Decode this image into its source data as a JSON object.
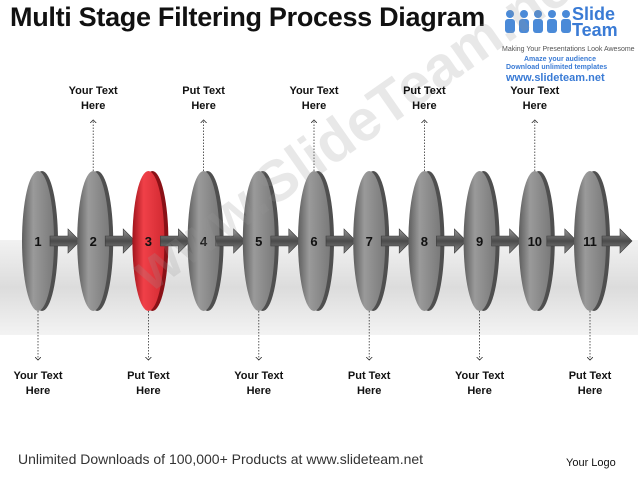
{
  "title": "Multi Stage Filtering Process Diagram",
  "brand": {
    "name_line1": "Slide",
    "name_line2": "Team",
    "tagline": "Making Your Presentations Look Awesome",
    "amaze": "Amaze your audience",
    "download": "Download unlimited templates",
    "url": "www.slideteam.net"
  },
  "watermark": "www.SlideTeam.net",
  "stages": [
    {
      "number": "1",
      "highlight": false
    },
    {
      "number": "2",
      "highlight": false
    },
    {
      "number": "3",
      "highlight": true
    },
    {
      "number": "4",
      "highlight": false
    },
    {
      "number": "5",
      "highlight": false
    },
    {
      "number": "6",
      "highlight": false
    },
    {
      "number": "7",
      "highlight": false
    },
    {
      "number": "8",
      "highlight": false
    },
    {
      "number": "9",
      "highlight": false
    },
    {
      "number": "10",
      "highlight": false
    },
    {
      "number": "11",
      "highlight": false
    }
  ],
  "top_labels": [
    {
      "stage": 2,
      "line1": "Your Text",
      "line2": "Here"
    },
    {
      "stage": 4,
      "line1": "Put Text",
      "line2": "Here"
    },
    {
      "stage": 6,
      "line1": "Your Text",
      "line2": "Here"
    },
    {
      "stage": 8,
      "line1": "Put Text",
      "line2": "Here"
    },
    {
      "stage": 10,
      "line1": "Your Text",
      "line2": "Here"
    }
  ],
  "bottom_labels": [
    {
      "stage": 1,
      "line1": "Your Text",
      "line2": "Here"
    },
    {
      "stage": 3,
      "line1": "Put Text",
      "line2": "Here"
    },
    {
      "stage": 5,
      "line1": "Your Text",
      "line2": "Here"
    },
    {
      "stage": 7,
      "line1": "Put Text",
      "line2": "Here"
    },
    {
      "stage": 9,
      "line1": "Your Text",
      "line2": "Here"
    },
    {
      "stage": 11,
      "line1": "Put Text",
      "line2": "Here"
    }
  ],
  "colors": {
    "disc": "#8c8c8c",
    "disc_highlight": "#e8323c",
    "arrow": "#6a6a6a"
  },
  "footer": "Unlimited Downloads of 100,000+ Products at www.slideteam.net",
  "logo_placeholder": "Your Logo"
}
